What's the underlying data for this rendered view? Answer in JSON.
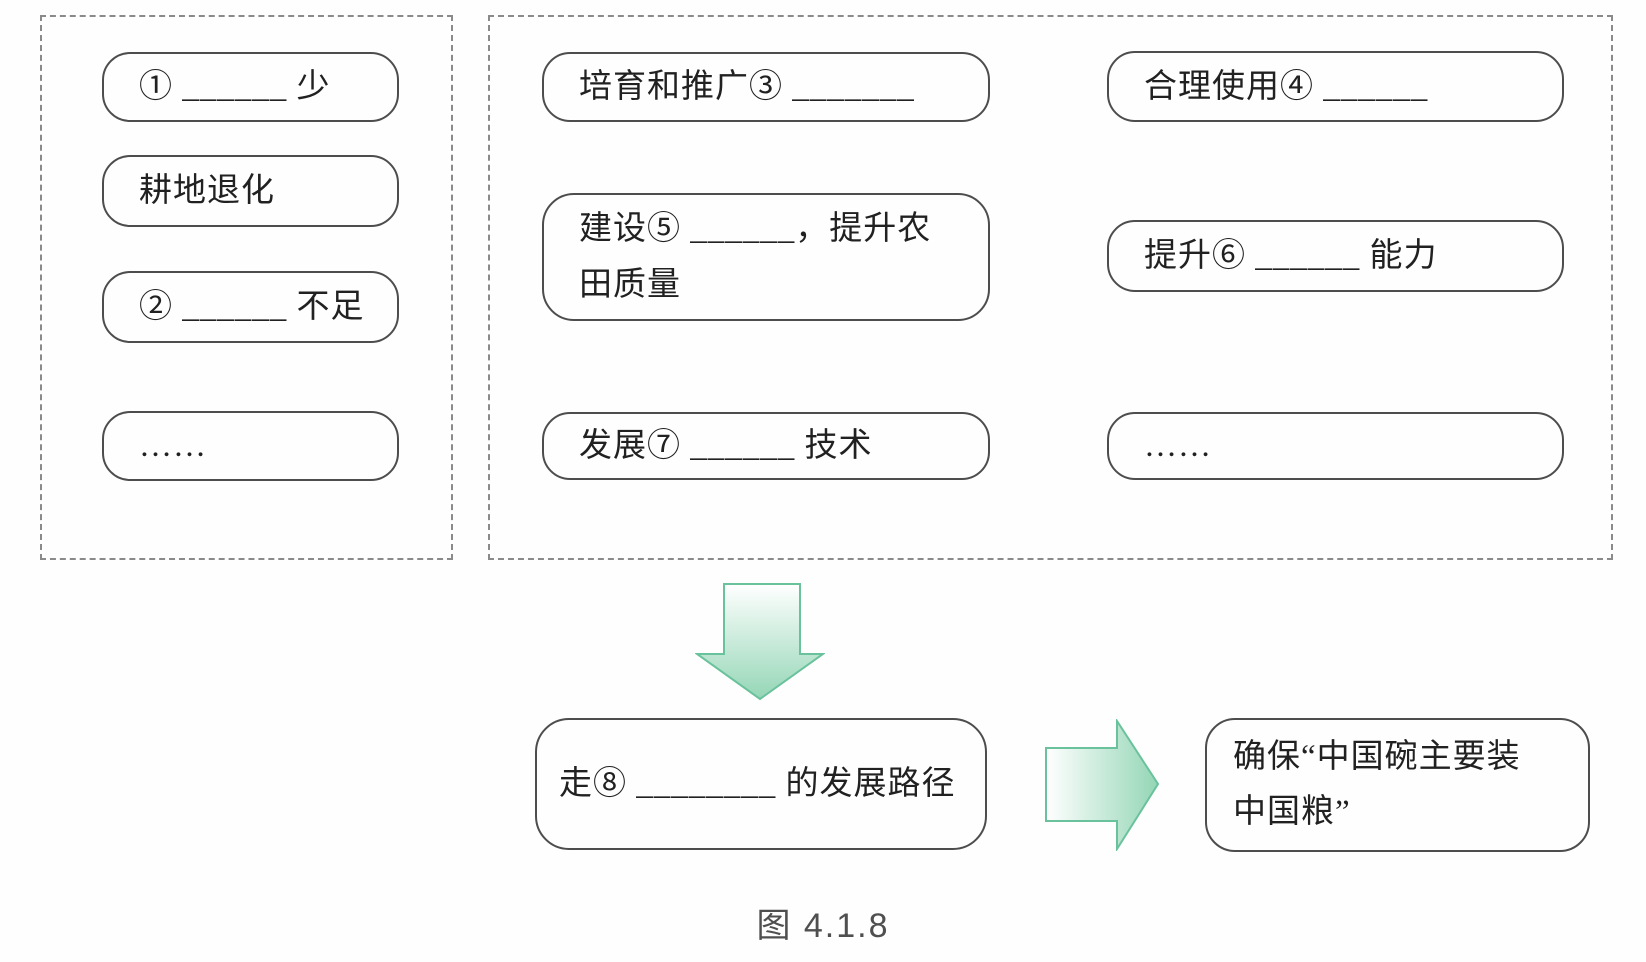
{
  "caption": "图 4.1.8",
  "problems_panel": {
    "boxes": [
      "① ______ 少",
      "耕地退化",
      "② ______ 不足",
      "……"
    ]
  },
  "measures_panel": {
    "column1": [
      "培育和推广③ _______",
      "建设⑤ ______，提升农\n田质量",
      "发展⑦ ______ 技术"
    ],
    "column2": [
      "合理使用④ ______",
      "提升⑥ ______ 能力",
      "……"
    ]
  },
  "flow": {
    "path_box": "走⑧ ________ 的发展路径",
    "goal_box": "确保“中国碗主要装\n中国粮”"
  },
  "icons": {
    "down_arrow": "down-arrow",
    "right_arrow": "right-arrow"
  },
  "colors": {
    "background": "#fefefe",
    "text": "#212121",
    "box_border": "#4d4d4d",
    "panel_border": "#8a8a8a",
    "caption_text": "#4f4f4f",
    "arrow_grad_start": "#ffffff",
    "arrow_grad_end": "#94d6b6",
    "arrow_stroke": "#6ac29c"
  }
}
